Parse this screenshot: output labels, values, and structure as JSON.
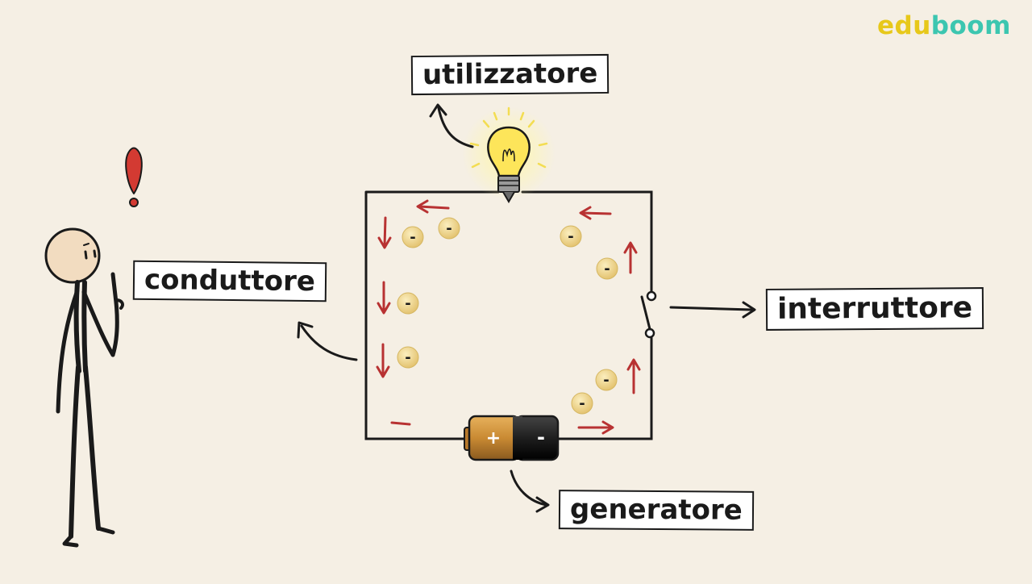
{
  "logo": {
    "part1": "edu",
    "part2": "boom"
  },
  "labels": {
    "utilizzatore": "utilizzatore",
    "conduttore": "conduttore",
    "interruttore": "interruttore",
    "generatore": "generatore"
  },
  "battery": {
    "plus": "+",
    "minus": "-"
  },
  "electron_symbol": "-",
  "colors": {
    "background": "#f5efe4",
    "wire": "#1a1a1a",
    "arrow_red": "#b83232",
    "electron": "#ecd286",
    "bulb_glow": "#fff29a",
    "logo_yellow": "#e7c81a",
    "logo_teal": "#3cc6b0",
    "alert_red": "#d33a32"
  }
}
